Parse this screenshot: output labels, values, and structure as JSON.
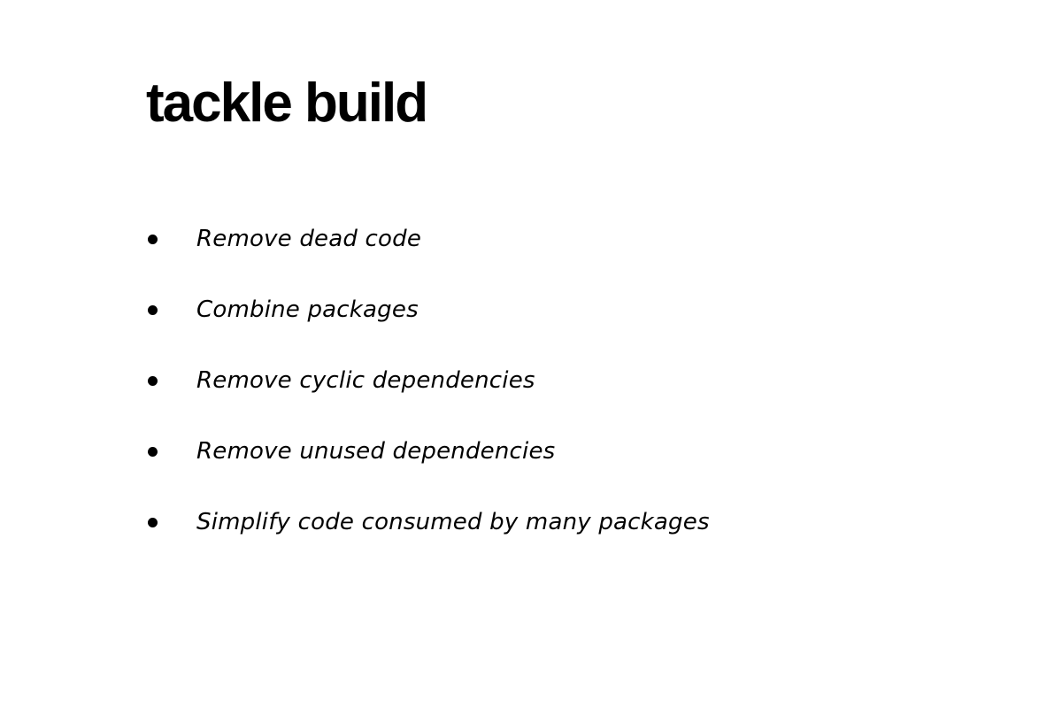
{
  "slide": {
    "title": "tackle build",
    "bullets": [
      "Remove dead code",
      "Combine packages",
      "Remove cyclic dependencies",
      "Remove unused dependencies",
      "Simplify code consumed by many packages"
    ]
  }
}
